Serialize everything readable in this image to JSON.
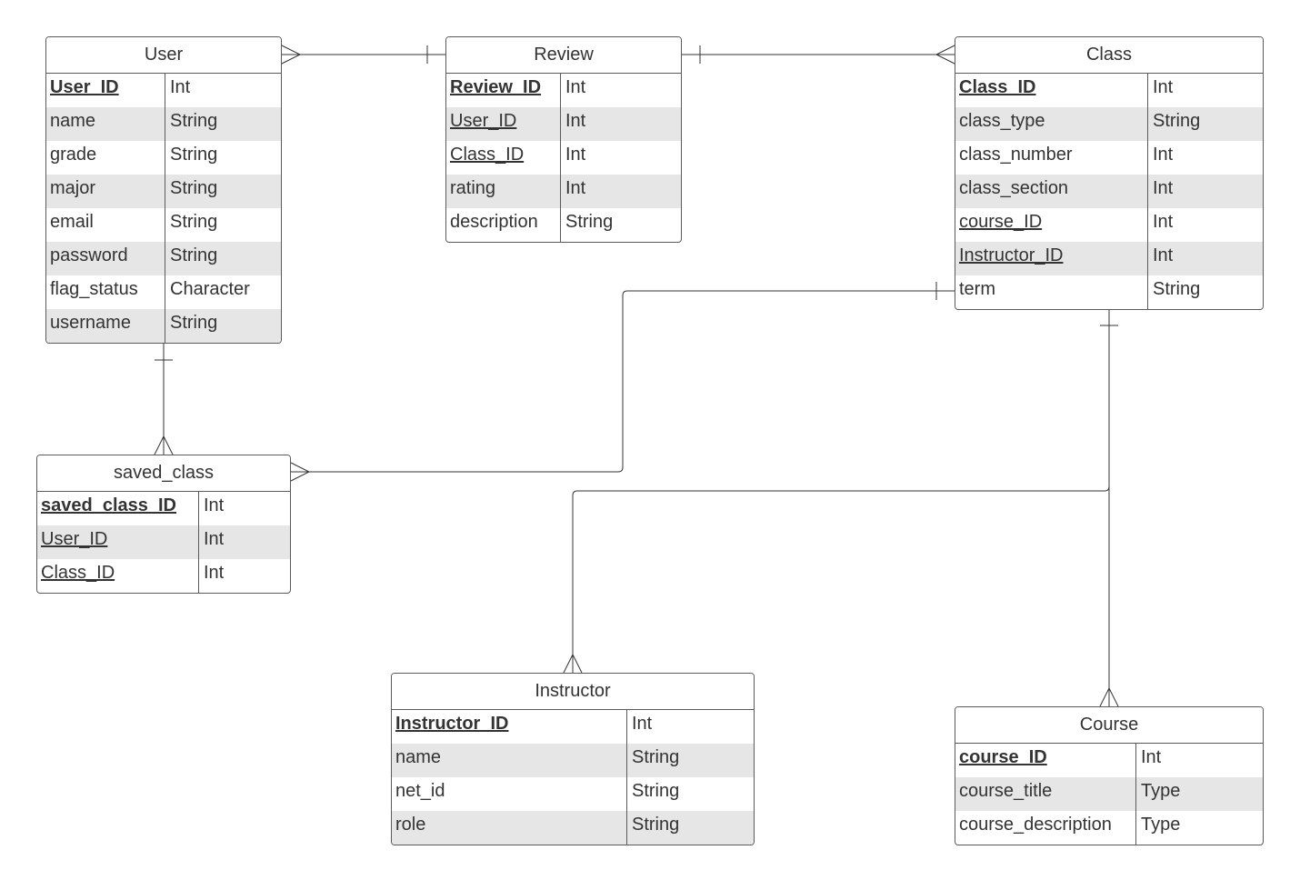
{
  "diagram": {
    "entities": [
      {
        "id": "user",
        "title": "User",
        "attributes": [
          {
            "name": "User_ID",
            "type": "Int",
            "key": "pk"
          },
          {
            "name": "name",
            "type": "String",
            "key": ""
          },
          {
            "name": "grade",
            "type": "String",
            "key": ""
          },
          {
            "name": "major",
            "type": "String",
            "key": ""
          },
          {
            "name": "email",
            "type": "String",
            "key": ""
          },
          {
            "name": "password",
            "type": "String",
            "key": ""
          },
          {
            "name": "flag_status",
            "type": "Character",
            "key": ""
          },
          {
            "name": "username",
            "type": "String",
            "key": ""
          }
        ]
      },
      {
        "id": "review",
        "title": "Review",
        "attributes": [
          {
            "name": "Review_ID",
            "type": "Int",
            "key": "pk"
          },
          {
            "name": "User_ID",
            "type": "Int",
            "key": "fk"
          },
          {
            "name": "Class_ID",
            "type": "Int",
            "key": "fk"
          },
          {
            "name": "rating",
            "type": "Int",
            "key": ""
          },
          {
            "name": "description",
            "type": "String",
            "key": ""
          }
        ]
      },
      {
        "id": "class",
        "title": "Class",
        "attributes": [
          {
            "name": "Class_ID",
            "type": "Int",
            "key": "pk"
          },
          {
            "name": "class_type",
            "type": "String",
            "key": ""
          },
          {
            "name": "class_number",
            "type": "Int",
            "key": ""
          },
          {
            "name": "class_section",
            "type": "Int",
            "key": ""
          },
          {
            "name": "course_ID",
            "type": "Int",
            "key": "fk"
          },
          {
            "name": "Instructor_ID",
            "type": "Int",
            "key": "fk"
          },
          {
            "name": "term",
            "type": "String",
            "key": ""
          }
        ]
      },
      {
        "id": "saved_class",
        "title": "saved_class",
        "attributes": [
          {
            "name": "saved_class_ID",
            "type": "Int",
            "key": "pk"
          },
          {
            "name": "User_ID",
            "type": "Int",
            "key": "fk"
          },
          {
            "name": "Class_ID",
            "type": "Int",
            "key": "fk"
          }
        ]
      },
      {
        "id": "instructor",
        "title": "Instructor",
        "attributes": [
          {
            "name": "Instructor_ID",
            "type": "Int",
            "key": "pk"
          },
          {
            "name": "name",
            "type": "String",
            "key": ""
          },
          {
            "name": "net_id",
            "type": "String",
            "key": ""
          },
          {
            "name": "role",
            "type": "String",
            "key": ""
          }
        ]
      },
      {
        "id": "course",
        "title": "Course",
        "attributes": [
          {
            "name": "course_ID",
            "type": "Int",
            "key": "pk"
          },
          {
            "name": "course_title",
            "type": "Type",
            "key": ""
          },
          {
            "name": "course_description",
            "type": "Type",
            "key": ""
          }
        ]
      }
    ],
    "relationships": [
      {
        "from": "user",
        "from_end": "many",
        "to": "review",
        "to_end": "one"
      },
      {
        "from": "review",
        "from_end": "one",
        "to": "class",
        "to_end": "many"
      },
      {
        "from": "user",
        "from_end": "one",
        "to": "saved_class",
        "to_end": "many"
      },
      {
        "from": "class",
        "from_end": "one",
        "to": "saved_class",
        "to_end": "many"
      },
      {
        "from": "class",
        "from_end": "one",
        "to": "instructor",
        "to_end": "many"
      },
      {
        "from": "class",
        "from_end": "one",
        "to": "course",
        "to_end": "many"
      }
    ],
    "colors": {
      "line": "#333333",
      "border": "#5a5a5a",
      "row_alt": "#e6e6e6",
      "text": "#333333"
    }
  }
}
